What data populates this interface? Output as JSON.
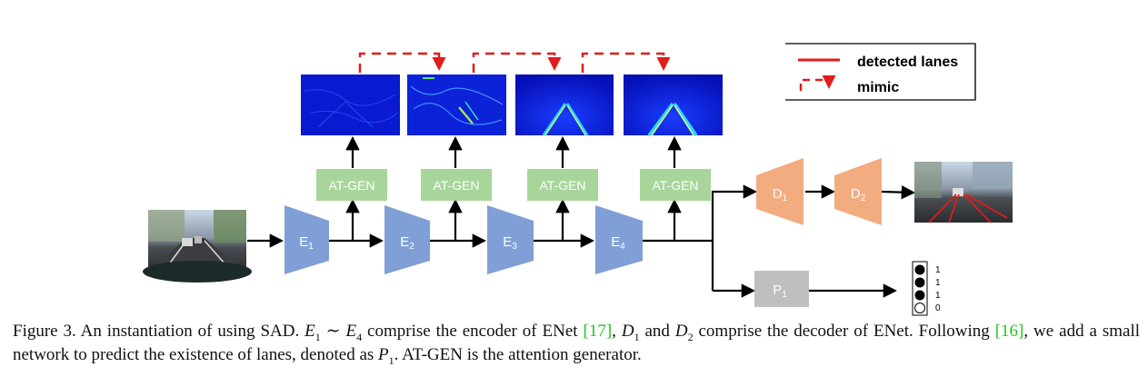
{
  "legend": {
    "detected_label": "detected lanes",
    "mimic_label": "mimic"
  },
  "encoders": [
    {
      "letter": "E",
      "sub": "1"
    },
    {
      "letter": "E",
      "sub": "2"
    },
    {
      "letter": "E",
      "sub": "3"
    },
    {
      "letter": "E",
      "sub": "4"
    }
  ],
  "decoders": [
    {
      "letter": "D",
      "sub": "1"
    },
    {
      "letter": "D",
      "sub": "2"
    }
  ],
  "predictor": {
    "letter": "P",
    "sub": "1"
  },
  "atgen_label": "AT-GEN",
  "existence_values": [
    "1",
    "1",
    "1",
    "0"
  ],
  "caption": {
    "fig": "Figure 3.",
    "p1": " An instantiation of using SAD. ",
    "e1": "E",
    "e1_sub": "1",
    "sim": " ∼ ",
    "e4": "E",
    "e4_sub": "4",
    "p2": " comprise the encoder of ENet ",
    "ref17": "[17]",
    "p3": ", ",
    "d1": "D",
    "d1_sub": "1",
    "p4": " and ",
    "d2": "D",
    "d2_sub": "2",
    "p5": " comprise the decoder of ENet. Following ",
    "ref16": "[16]",
    "p6": ", we add a small network to predict the existence of lanes, denoted as ",
    "pp": "P",
    "pp_sub": "1",
    "p7": ". AT-GEN is the attention generator."
  },
  "colors": {
    "encoder": "#7f9fd6",
    "decoder": "#f2ac80",
    "atgen": "#a8d59a",
    "predictor": "#bfbfbf",
    "lane": "#e21b1b",
    "link_ref": "#22c322"
  }
}
